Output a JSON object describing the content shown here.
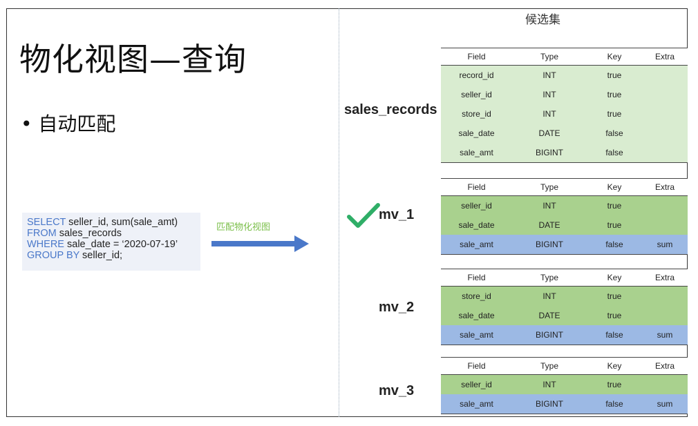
{
  "slide": {
    "title": "物化视图—查询",
    "bullet": "• 自动匹配",
    "arrow_label": "匹配物化视图",
    "candidates_title": "候选集"
  },
  "sql": {
    "line1_kw": "SELECT",
    "line1_rest": " seller_id, sum(sale_amt)",
    "line2_kw": "FROM",
    "line2_rest": " sales_records",
    "line3_kw": "WHERE",
    "line3_rest": " sale_date = ‘2020-07-19’",
    "line4_kw": "GROUP BY",
    "line4_rest": " seller_id;"
  },
  "colors": {
    "keyword": "#4a78c9",
    "light_green": "#d9ecd0",
    "green": "#a9d18e",
    "blue": "#9cb9e4",
    "check": "#2fae67"
  },
  "icons": {
    "match": "check-icon"
  },
  "headers": {
    "field": "Field",
    "type": "Type",
    "key": "Key",
    "extra": "Extra"
  },
  "tables": [
    {
      "name": "sales_records",
      "matched": false,
      "rows": [
        [
          "record_id",
          "INT",
          "true",
          ""
        ],
        [
          "seller_id",
          "INT",
          "true",
          ""
        ],
        [
          "store_id",
          "INT",
          "true",
          ""
        ],
        [
          "sale_date",
          "DATE",
          "false",
          ""
        ],
        [
          "sale_amt",
          "BIGINT",
          "false",
          ""
        ]
      ]
    },
    {
      "name": "mv_1",
      "matched": true,
      "rows": [
        [
          "seller_id",
          "INT",
          "true",
          ""
        ],
        [
          "sale_date",
          "DATE",
          "true",
          ""
        ],
        [
          "sale_amt",
          "BIGINT",
          "false",
          "sum"
        ]
      ]
    },
    {
      "name": "mv_2",
      "matched": false,
      "rows": [
        [
          "store_id",
          "INT",
          "true",
          ""
        ],
        [
          "sale_date",
          "DATE",
          "true",
          ""
        ],
        [
          "sale_amt",
          "BIGINT",
          "false",
          "sum"
        ]
      ]
    },
    {
      "name": "mv_3",
      "matched": false,
      "rows": [
        [
          "seller_id",
          "INT",
          "true",
          ""
        ],
        [
          "sale_amt",
          "BIGINT",
          "false",
          "sum"
        ]
      ]
    }
  ]
}
